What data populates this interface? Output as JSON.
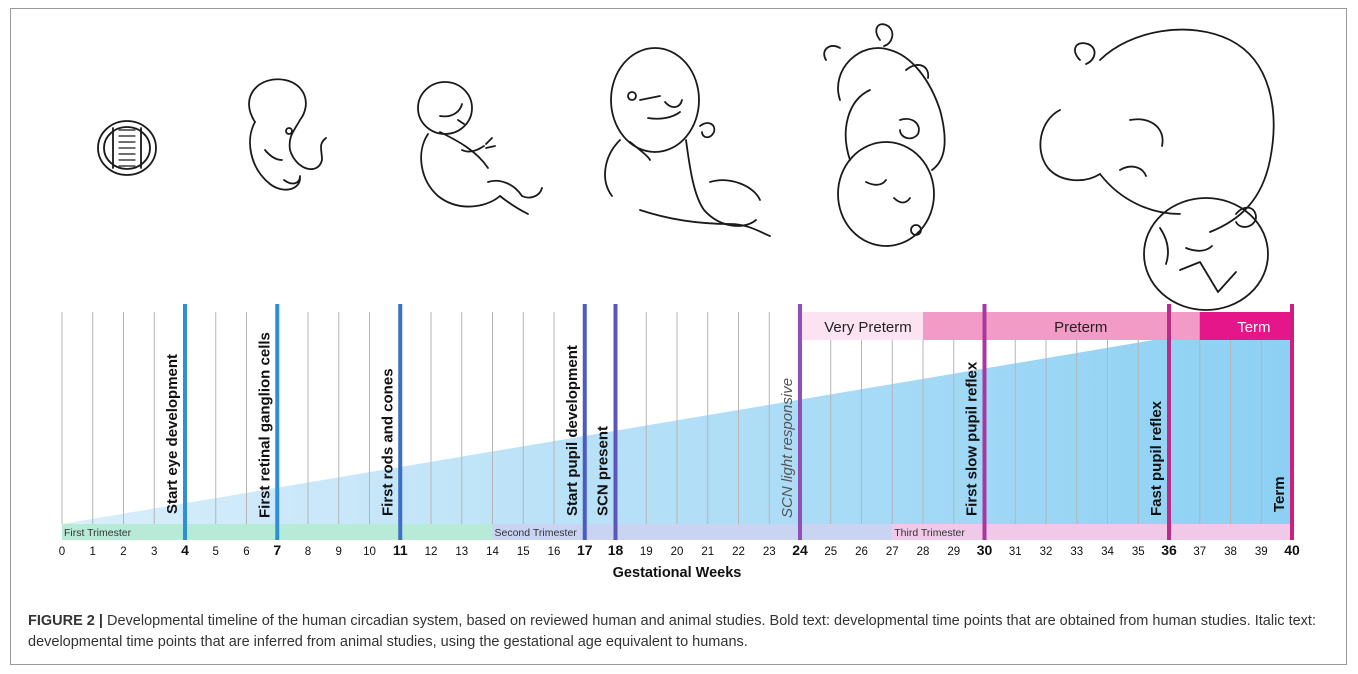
{
  "timeline": {
    "week_ticks": [
      "0",
      "1",
      "2",
      "3",
      "4",
      "5",
      "6",
      "7",
      "8",
      "9",
      "10",
      "11",
      "12",
      "13",
      "14",
      "15",
      "16",
      "17",
      "18",
      "19",
      "20",
      "21",
      "22",
      "23",
      "24",
      "25",
      "26",
      "27",
      "28",
      "29",
      "30",
      "31",
      "32",
      "33",
      "34",
      "35",
      "36",
      "37",
      "38",
      "39",
      "40"
    ],
    "bold_week_ticks": [
      "4",
      "7",
      "11",
      "17",
      "18",
      "24",
      "30",
      "36",
      "40"
    ],
    "axis_label": "Gestational Weeks",
    "trimesters": [
      {
        "label": "First Trimester",
        "start": 0,
        "end": 14,
        "color": "#b8ead8"
      },
      {
        "label": "Second Trimester",
        "start": 14,
        "end": 27,
        "color": "#c8d4f2"
      },
      {
        "label": "Third Trimester",
        "start": 27,
        "end": 40,
        "color": "#f0c8e8"
      }
    ],
    "term_categories": [
      {
        "label": "Very Preterm",
        "start": 24,
        "end": 28
      },
      {
        "label": "Preterm",
        "start": 28,
        "end": 37
      },
      {
        "label": "Term",
        "start": 37,
        "end": 40
      }
    ],
    "milestones": [
      {
        "week": 4,
        "label": "Start eye development",
        "style": "bold",
        "color": "#2f8fd6"
      },
      {
        "week": 7,
        "label": "First retinal ganglion cells",
        "style": "bold",
        "color": "#2f8fd6"
      },
      {
        "week": 11,
        "label": "First rods and cones",
        "style": "bold",
        "color": "#3b6fc8"
      },
      {
        "week": 17,
        "label": "Start pupil development",
        "style": "bold",
        "color": "#4a5cc0"
      },
      {
        "week": 18,
        "label": "SCN present",
        "style": "bold",
        "color": "#5a56bc"
      },
      {
        "week": 24,
        "label": "SCN light responsive",
        "style": "italic",
        "color": "#8e4fb8"
      },
      {
        "week": 30,
        "label": "First slow pupil reflex",
        "style": "bold",
        "color": "#a8389f"
      },
      {
        "week": 36,
        "label": "Fast pupil reflex",
        "style": "bold",
        "color": "#b82c8a"
      },
      {
        "week": 40,
        "label": "Term",
        "style": "bold",
        "color": "#cc1f7f"
      }
    ],
    "embryo_stages": [
      "embryonic-disc",
      "embryo",
      "early-fetus",
      "mid-fetus",
      "late-fetus",
      "term-fetus"
    ]
  },
  "caption": {
    "label": "FIGURE 2 |",
    "text": " Developmental timeline of the human circadian system, based on reviewed human and animal studies. Bold text: developmental time points that are obtained from human studies. Italic text: developmental time points that are inferred from animal studies, using the gestational age equivalent to humans."
  }
}
